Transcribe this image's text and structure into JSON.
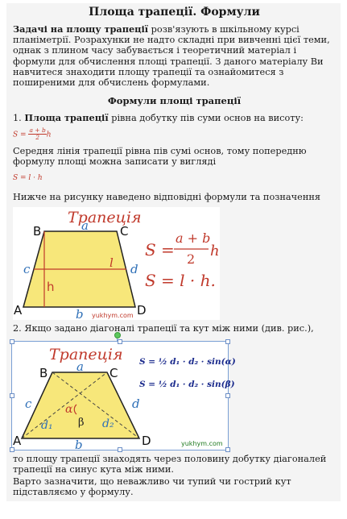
{
  "title": "Площа трапеції. Формули",
  "intro": {
    "bold_lead": "Задачі на площу трапеції",
    "rest": " розв'язують в шкільному курсі планіметрії. Розрахунки не надто складні при вивченні цієї теми, однак з плином часу забувається і теоретичний матеріал і формули для обчислення площі трапеції. З даного матеріалу Ви навчитеся знаходити площу трапеції та ознайомитеся з поширеними для обчислень формулами."
  },
  "section_title": "Формули площі трапеції",
  "item1": {
    "number": "1. ",
    "bold": "Площа трапеції",
    "rest": " рівна добутку пів суми основ на висоту:"
  },
  "formula1": {
    "lhs": "S = ",
    "num": "a + b",
    "den": "2",
    "rhs": "h"
  },
  "midline_text": "Середня лінія трапеції рівна пів сумі основ, тому попередню формулу площі можна записати у вигляді",
  "formula2": "S = l · h",
  "fig_intro": "Нижче на рисунку наведено відповідні формули та позначення",
  "fig1": {
    "heading": "Трапеція",
    "A": "A",
    "B": "B",
    "C": "C",
    "D": "D",
    "a": "a",
    "b": "b",
    "c": "c",
    "d": "d",
    "h": "h",
    "l": "l",
    "formula_lhs": "S =",
    "formula_num": "a + b",
    "formula_den": "2",
    "formula_rhs": "h",
    "formula2": "S = l · h.",
    "watermark": "yukhym.com"
  },
  "item2": "2. Якщо задано діагоналі трапеції та кут між ними (див. рис.),",
  "fig2": {
    "heading": "Трапеція",
    "A": "A",
    "B": "B",
    "C": "C",
    "D": "D",
    "a": "a",
    "b": "b",
    "c": "c",
    "d": "d",
    "d1": "d₁",
    "d2": "d₂",
    "alpha": "α",
    "beta": "β",
    "formula_a": "S = ½ d₁ · d₂ · sin(α)",
    "formula_b": "S = ½ d₁ · d₂ · sin(β)",
    "watermark": "yukhym.com"
  },
  "after_fig2": "то площу трапеції знаходять через половину добутку діагоналей трапеції на синус кута між ними.",
  "note": "Варто зазначити, що неважливо чи тупий чи гострий кут підставляємо у формулу.",
  "colors": {
    "accent_red": "#c0392b",
    "trapezoid_fill": "#f7e77a",
    "label_blue": "#2e6fb7",
    "label_green": "#1f7a1f",
    "formula_navy": "#1a2a8c"
  }
}
